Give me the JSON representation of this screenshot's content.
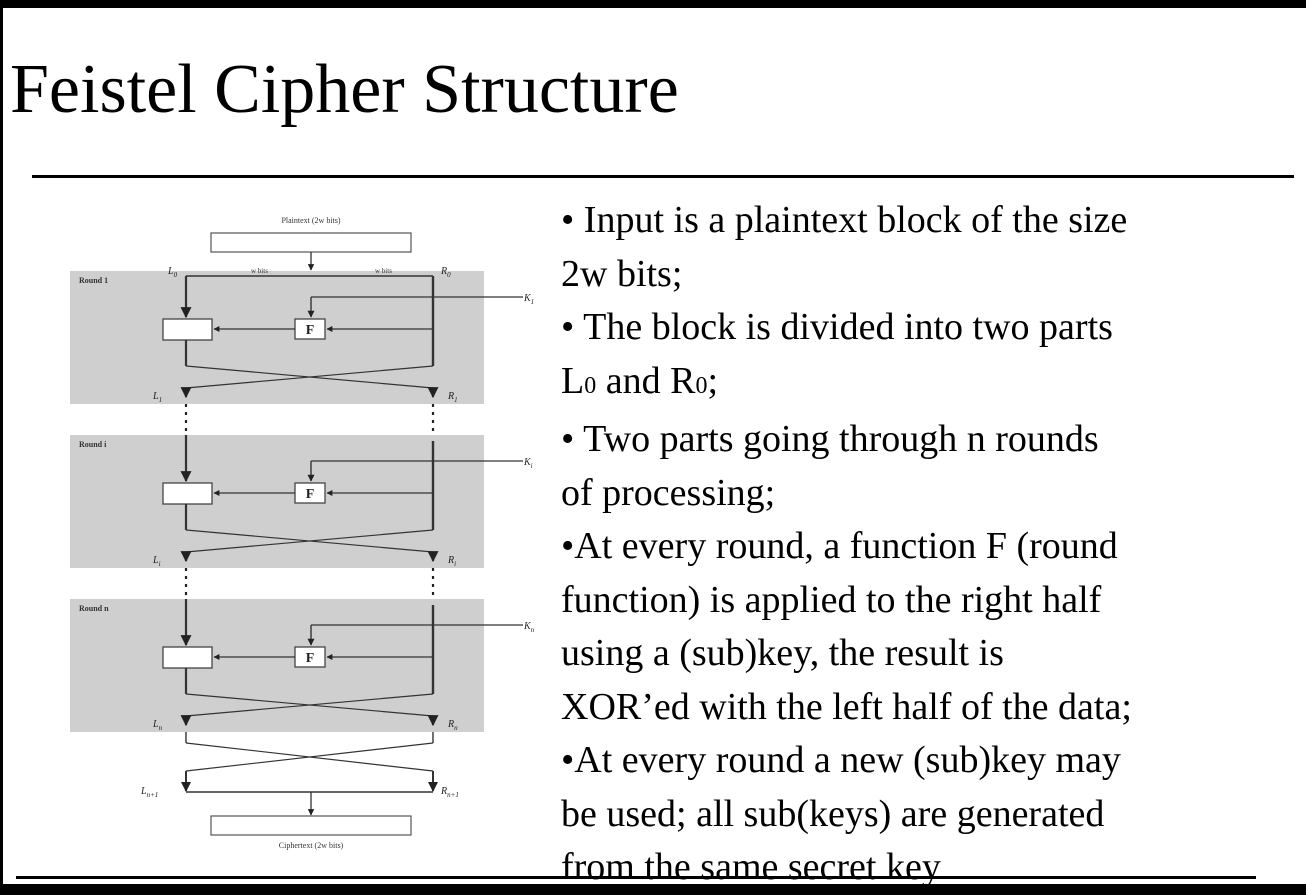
{
  "slide": {
    "title": "Feistel Cipher Structure",
    "bullets": [
      "• Input is a plaintext block of the size 2w bits;",
      "• The block is divided into two parts L0 and R0;",
      "• Two parts going through n rounds of processing;",
      "•At every round, a function F (round function) is applied to the right half using a (sub)key, the result is XOR’ed with the left half of the data;",
      "•At every round a new (sub)key may be used; all sub(keys) are generated from the same secret key"
    ],
    "bullet_lines": [
      [
        "• Input is a plaintext block of the size",
        "2w bits;"
      ],
      [
        "• The block is divided into two parts",
        "L0 and R0;"
      ],
      [
        "• Two parts going through n rounds",
        "of processing;"
      ],
      [
        "•At every round, a function F (round",
        "function) is applied to the right half",
        "using a (sub)key, the result is",
        "XOR’ed with the left half of the data;"
      ],
      [
        "•At every round a new (sub)key may",
        "be used; all sub(keys) are generated",
        "from the same secret key"
      ]
    ]
  },
  "diagram": {
    "plaintext_label": "Plaintext (2w bits)",
    "ciphertext_label": "Ciphertext (2w bits)",
    "half_width_label": "w bits",
    "function_label": "F",
    "rounds": [
      {
        "label": "Round 1",
        "key": "K1",
        "in_left": "L0",
        "in_right": "R0",
        "out_left": "L1",
        "out_right": "R1"
      },
      {
        "label": "Round i",
        "key": "Ki",
        "in_left": "",
        "in_right": "",
        "out_left": "Li",
        "out_right": "Ri"
      },
      {
        "label": "Round n",
        "key": "Kn",
        "in_left": "",
        "in_right": "",
        "out_left": "Ln",
        "out_right": "Rn"
      }
    ],
    "final_left": "Ln+1",
    "final_right": "Rn+1",
    "colors": {
      "round_fill": "#cfcfcf",
      "line": "#333333",
      "box_fill": "#ffffff"
    }
  }
}
